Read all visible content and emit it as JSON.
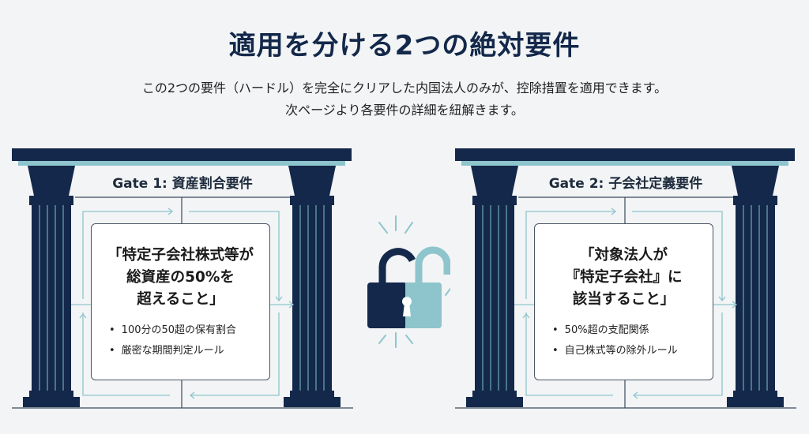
{
  "title": "適用を分ける2つの絶対要件",
  "subtitle_lines": [
    "この2つの要件（ハードル）を完全にクリアした内国法人のみが、控除措置を適用できます。",
    "次ページより各要件の詳細を紐解きます。"
  ],
  "gates": [
    {
      "title": "Gate 1: 資産割合要件",
      "quote_lines": [
        "「特定子会社株式等が",
        "総資産の50%を",
        "超えること」"
      ],
      "bullets": [
        "100分の50超の保有割合",
        "厳密な期間判定ルール"
      ]
    },
    {
      "title": "Gate 2: 子会社定義要件",
      "quote_lines": [
        "「対象法人が",
        "『特定子会社』に",
        "該当すること」"
      ],
      "bullets": [
        "50%超の支配関係",
        "自己株式等の除外ルール"
      ]
    }
  ],
  "colors": {
    "navy": "#13284a",
    "teal": "#8ec5cd",
    "background": "#f2f4f5"
  }
}
